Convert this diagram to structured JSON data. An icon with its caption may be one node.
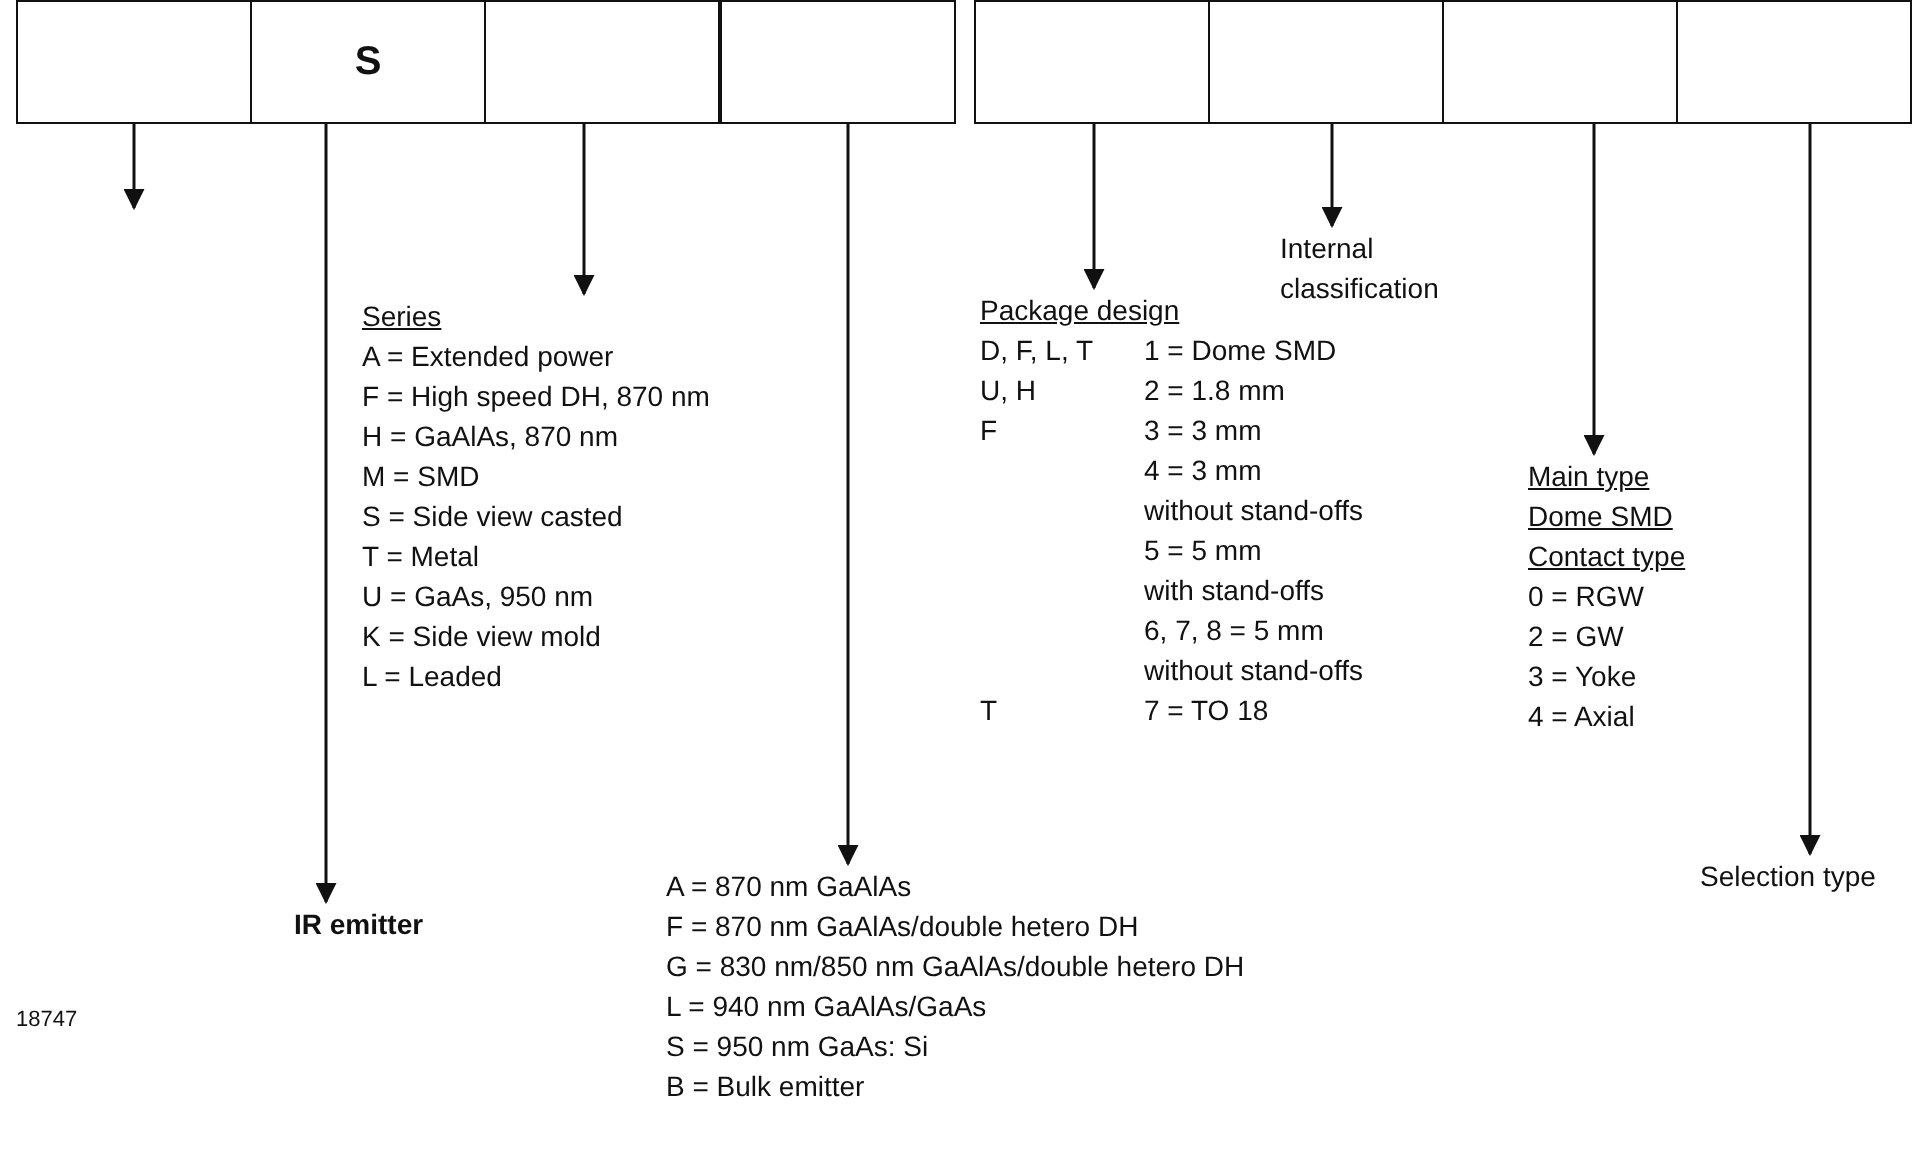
{
  "diagram": {
    "nodes": [
      {
        "text": [],
        "shape": "box"
      },
      {
        "text": [
          "S"
        ]
      },
      {
        "text": [],
        "shape": "box"
      },
      {
        "text": [],
        "shape": "box"
      },
      {
        "text": [],
        "shape": "box"
      },
      {
        "text": [],
        "shape": "box"
      },
      {
        "text": [],
        "shape": "box"
      },
      {
        "text": [],
        "shape": "box"
      },
      {
        "text": [
          "Series",
          "A = Extended power",
          "F = High speed DH, 870 nm",
          "H = GaAlAs, 870 nm",
          "M = SMD",
          "S = Side view casted",
          "T = Metal",
          "U = GaAs, 950 nm",
          "K = Side view mold",
          "L = Leaded"
        ]
      },
      {
        "text": [
          "IR emitter"
        ]
      },
      {
        "text": [
          "A = 870 nm GaAlAs",
          "F = 870 nm GaAlAs/double hetero DH",
          "G = 830 nm/850 nm GaAlAs/double hetero DH",
          "L = 940 nm GaAlAs/GaAs",
          "S = 950 nm GaAs: Si",
          "B = Bulk emitter"
        ]
      },
      {
        "text": [
          "Internal classification"
        ]
      },
      {
        "text": [
          "Package design",
          "D, F, L, T",
          "1 = Dome SMD",
          "U, H",
          "2 = 1.8 mm",
          "F",
          "3 = 3 mm",
          "4 = 3 mm without stand-offs",
          "5 = 5 mm with stand-offs",
          "6, 7, 8 = 5 mm without stand-offs",
          "T",
          "7 = TO 18"
        ]
      },
      {
        "text": [
          "Main type",
          "Dome SMD",
          "Contact type",
          "0 = RGW",
          "2 = GW",
          "3 = Yoke",
          "4 = Axial"
        ]
      },
      {
        "text": [
          "Selection type"
        ]
      }
    ],
    "edges": [
      {
        "from": 0,
        "to": null,
        "arrow": "to"
      },
      {
        "from": 1,
        "to": 9,
        "arrow": "to"
      },
      {
        "from": 2,
        "to": 8,
        "arrow": "to"
      },
      {
        "from": 3,
        "to": 10,
        "arrow": "to"
      },
      {
        "from": 4,
        "to": 12,
        "arrow": "to"
      },
      {
        "from": 5,
        "to": 11,
        "arrow": "to"
      },
      {
        "from": 6,
        "to": 13,
        "arrow": "to"
      },
      {
        "from": 7,
        "to": 14,
        "arrow": "to"
      }
    ],
    "labels": [
      "18747"
    ]
  }
}
